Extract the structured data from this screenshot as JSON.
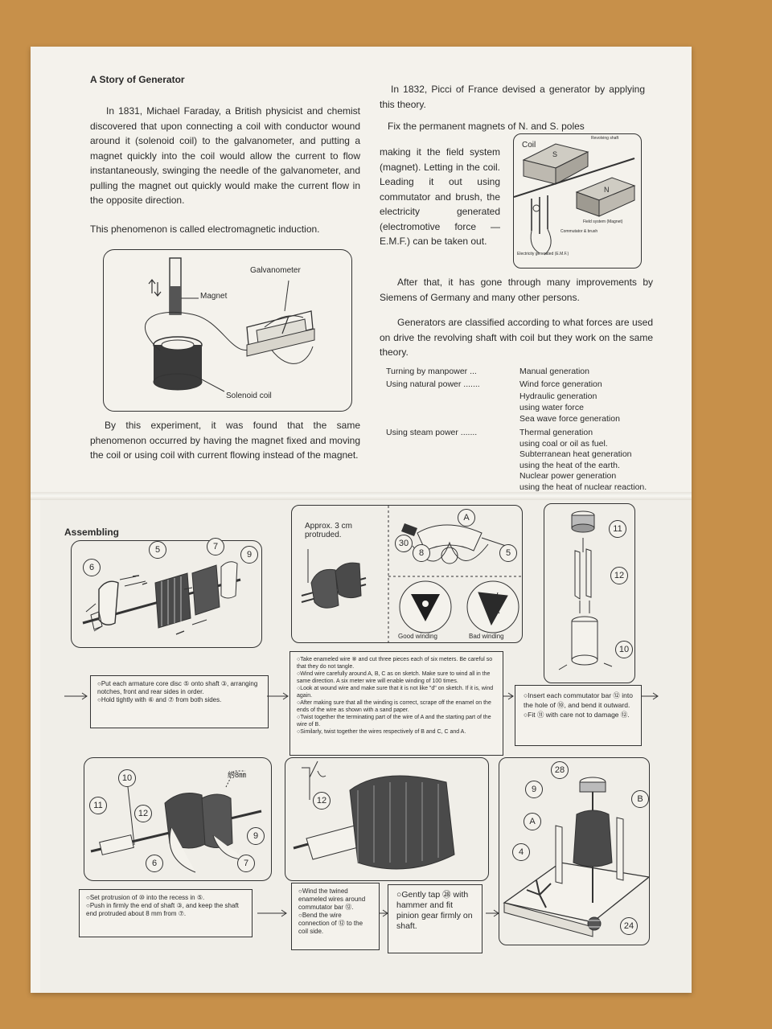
{
  "story": {
    "title": "A Story of Generator",
    "para1": "In 1831, Michael Faraday, a British physicist and chemist discovered that upon connecting a coil with conductor wound around it (solenoid coil) to the galvanometer, and putting a magnet quickly into the coil would allow the current to flow instantaneously, swinging the needle of the galvanometer, and pulling the magnet out quickly would make the current flow in the opposite direction.",
    "para2": "This phenomenon is called electromagnetic induction.",
    "para3": "By this experiment, it was found that the same phenomenon occurred by having the magnet fixed and moving the coil or using coil with current flowing instead of the magnet.",
    "para4": "In 1832, Picci of France devised a generator by applying this theory.",
    "para5a": "Fix the permanent magnets of N. and S. poles",
    "para5b": "making it the field system (magnet). Letting in the coil. Leading it out using commutator and brush, the electricity generated (electromotive force — E.M.F.) can be taken out.",
    "para6": "After that, it has gone through many improvements by Siemens of Germany and many other persons.",
    "para7": "Generators are classified according to what forces are used on drive the revolving shaft with coil but they work on the same theory."
  },
  "fig1": {
    "magnet": "Magnet",
    "galvanometer": "Galvanometer",
    "solenoid": "Solenoid coil"
  },
  "fig2": {
    "coil": "Coil",
    "s": "S",
    "n": "N",
    "shaft": "Revolving shaft",
    "field": "Field system (Magnet)",
    "comm": "Commutator & brush",
    "emf": "Electricity generated (E.M.F.)"
  },
  "classification": [
    {
      "source": "Turning by manpower ...",
      "result": "Manual generation",
      "sub": ""
    },
    {
      "source": "Using natural power .......",
      "result": "Wind force generation",
      "sub": ""
    },
    {
      "source": "",
      "result": "Hydraulic generation",
      "sub": "using water force"
    },
    {
      "source": "",
      "result": "Sea wave force generation",
      "sub": ""
    },
    {
      "source": "Using steam power .......",
      "result": "Thermal generation",
      "sub": "using coal or oil as fuel."
    },
    {
      "source": "",
      "result": "Subterranean heat generation",
      "sub": "using the heat of the earth."
    },
    {
      "source": "",
      "result": "Nuclear power generation",
      "sub": "using the heat of nuclear reaction."
    }
  ],
  "assembling": {
    "title": "Assembling",
    "approx": "Approx. 3 cm protruded.",
    "good": "Good winding",
    "bad": "Bad winding",
    "mm": "約8㎜",
    "step1": [
      "○Put each armature core disc ⑤ onto shaft ③, arranging notches, front and rear sides in order.",
      "○Hold tightly with ⑥ and ⑦ from both sides."
    ],
    "step2": [
      "○Take enameled wire ⑧ and cut three pieces each of six meters. Be careful so that they do not tangle.",
      "○Wind wire carefully around A, B, C as on sketch. Make sure to wind all in the same direction. A six meter wire will enable winding of 100 times.",
      "○Look at wound wire and make sure that it is not like \"d\" on sketch. If it is, wind again.",
      "○After making sure that all the winding is correct, scrape off the enamel on the ends of the wire as shown with a sand paper.",
      "○Twist together the terminating part of the wire of A and the starting part of the wire of B.",
      "○Similarly, twist together the wires respectively of B and C, C and A."
    ],
    "step3": [
      "○Insert each commutator bar ⑫ into the hole of ⑩, and bend it outward.",
      "○Fit ⑪ with care not to damage ⑫."
    ],
    "step4": [
      "○Set protrusion of ⑩ into the recess in ⑤.",
      "○Push in firmly the end of shaft ③, and keep the shaft end protruded about 8 mm from ⑦."
    ],
    "step5": [
      "○Wind the twined enameled wires around commutator bar ⑫.",
      "○Bend the wire connection of ⑫ to the coil side."
    ],
    "step6": "○Gently tap ㉘ with hammer and fit pinion gear firmly on shaft."
  },
  "parts": {
    "p5": "5",
    "p6": "6",
    "p7": "7",
    "p9": "9",
    "p30": "30",
    "p8": "8",
    "pA": "A",
    "p10": "10",
    "p11": "11",
    "p12": "12",
    "p28": "28",
    "pB": "B",
    "p4": "4",
    "p24": "24"
  }
}
